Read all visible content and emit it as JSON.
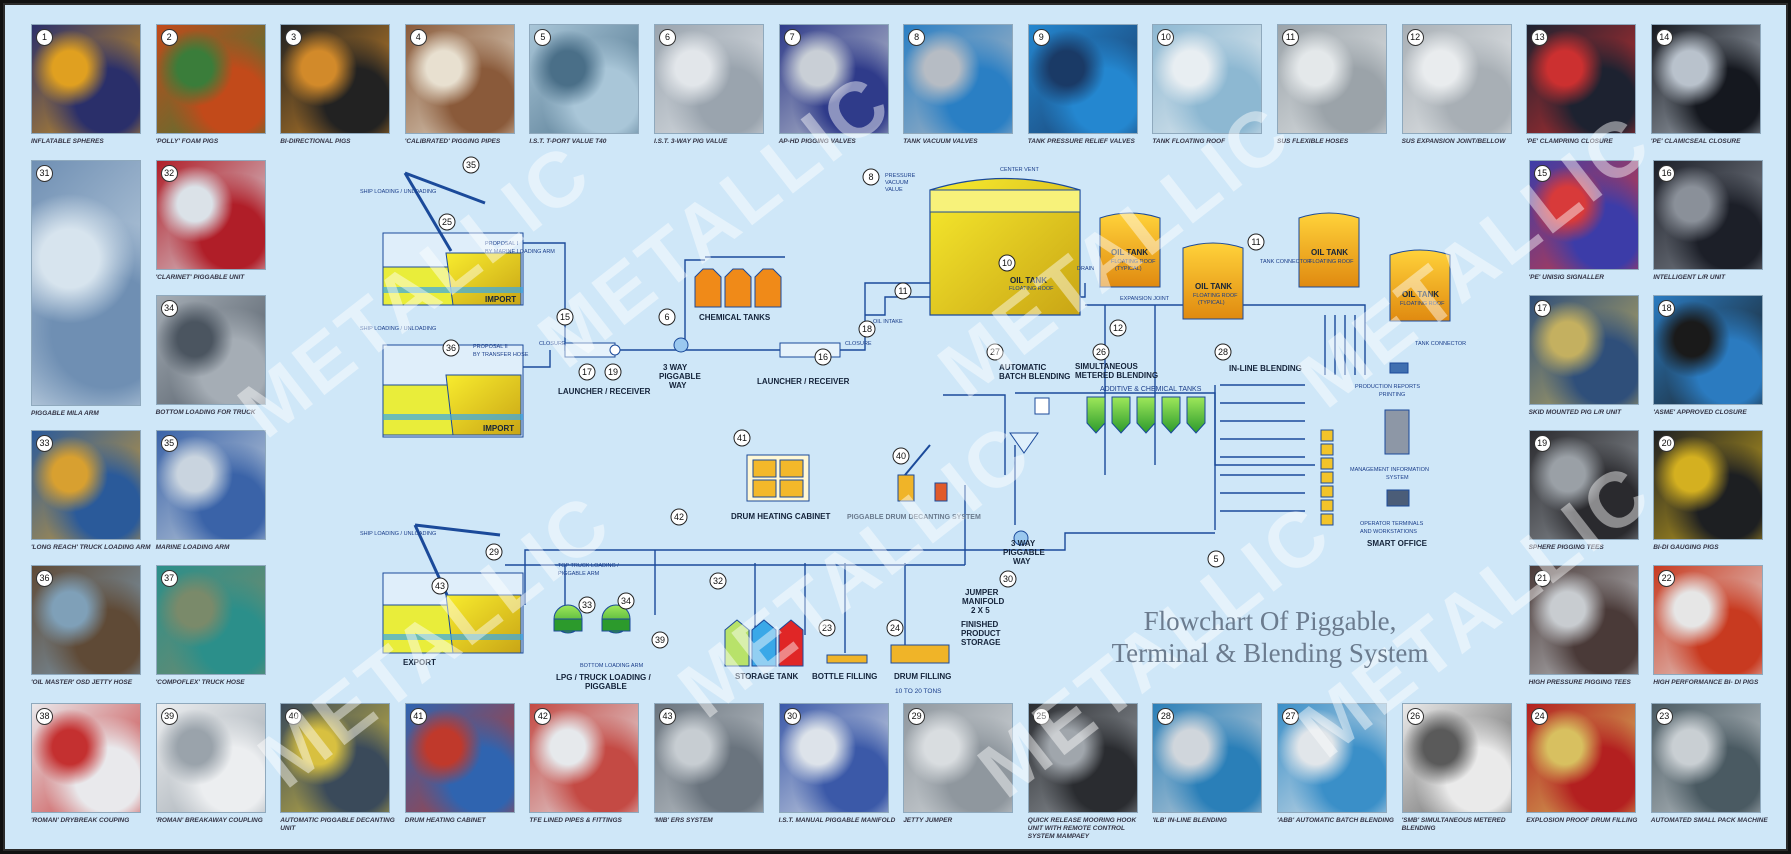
{
  "title": {
    "line1": "Flowchart Of Piggable,",
    "line2": "Terminal & Blending System"
  },
  "watermark": "METALLIC",
  "top_row": [
    {
      "n": "1",
      "caption": "INFLATABLE SPHERES",
      "c1": "#2a2f6a",
      "c2": "#e0a020"
    },
    {
      "n": "2",
      "caption": "'POLLY' FOAM PIGS",
      "c1": "#c24a1a",
      "c2": "#3a7d3a"
    },
    {
      "n": "3",
      "caption": "BI-DIRECTIONAL PIGS",
      "c1": "#222222",
      "c2": "#d28a2a"
    },
    {
      "n": "4",
      "caption": "'CALIBRATED' PIGGING PIPES",
      "c1": "#8a5a3a",
      "c2": "#e8e0d0"
    },
    {
      "n": "5",
      "caption": "I.S.T. T-PORT VALUE T40",
      "c1": "#a9c6d8",
      "c2": "#4a6f88"
    },
    {
      "n": "6",
      "caption": "I.S.T. 3-WAY PIG VALUE",
      "c1": "#9aa4ae",
      "c2": "#e2e6ea"
    },
    {
      "n": "7",
      "caption": "AP-HD PIGGING VALVES",
      "c1": "#2f3b8a",
      "c2": "#c9cfd6"
    },
    {
      "n": "8",
      "caption": "TANK VACUUM VALVES",
      "c1": "#2a7fc4",
      "c2": "#b6bcc4"
    },
    {
      "n": "9",
      "caption": "TANK PRESSURE RELIEF VALVES",
      "c1": "#2487d0",
      "c2": "#1a3a66"
    },
    {
      "n": "10",
      "caption": "TANK FLOATING ROOF",
      "c1": "#8db8d2",
      "c2": "#e8eef2"
    },
    {
      "n": "11",
      "caption": "SUS FLEXIBLE HOSES",
      "c1": "#9ba3a9",
      "c2": "#e4e8ea"
    },
    {
      "n": "12",
      "caption": "SUS EXPANSION JOINT/BELLOW",
      "c1": "#a8afb5",
      "c2": "#e9ecee"
    },
    {
      "n": "13",
      "caption": "'PE' CLAMPRING CLOSURE",
      "c1": "#1d2230",
      "c2": "#cc3030"
    },
    {
      "n": "14",
      "caption": "'PE' CLAMICSEAL CLOSURE",
      "c1": "#15181f",
      "c2": "#b9c2cc"
    }
  ],
  "left_col": [
    {
      "n": "31",
      "caption": "PIGGABLE MILA ARM",
      "c1": "#6f8fb3",
      "c2": "#d7e4ee"
    },
    {
      "n": "32",
      "caption": "'CLARINET' PIGGABLE UNIT",
      "c1": "#b01e28",
      "c2": "#dbe2e8"
    },
    {
      "n": "34",
      "caption": "BOTTOM LOADING FOR TRUCK",
      "c1": "#a5adb5",
      "c2": "#4b5560"
    },
    {
      "n": "33",
      "caption": "'LONG REACH' TRUCK LOADING ARM",
      "c1": "#2a5a9a",
      "c2": "#d8a030"
    },
    {
      "n": "35",
      "caption": "MARINE LOADING ARM",
      "c1": "#3a63a8",
      "c2": "#c9d4df"
    },
    {
      "n": "36",
      "caption": "'OIL MASTER' OSD JETTY HOSE",
      "c1": "#5f4a36",
      "c2": "#7fa0b8"
    },
    {
      "n": "37",
      "caption": "'COMPOFLEX' TRUCK HOSE",
      "c1": "#2b8f8a",
      "c2": "#7a8a6a"
    }
  ],
  "right_col": [
    {
      "n": "15",
      "caption": "'PE' UNISIG SIGNALLER",
      "c1": "#3c3ca8",
      "c2": "#d83a3a"
    },
    {
      "n": "16",
      "caption": "INTELLIGENT L/R UNIT",
      "c1": "#1c1f28",
      "c2": "#8a9099"
    },
    {
      "n": "17",
      "caption": "SKID MOUNTED PIG L/R UNIT",
      "c1": "#2f4f7a",
      "c2": "#c4b060"
    },
    {
      "n": "18",
      "caption": "'ASME' APPROVED CLOSURE",
      "c1": "#2b7bc0",
      "c2": "#1a1a1a"
    },
    {
      "n": "19",
      "caption": "SPHERE PIGGING TEES",
      "c1": "#2a2a2e",
      "c2": "#9aa0a6"
    },
    {
      "n": "20",
      "caption": "BI-DI GAUGING PIGS",
      "c1": "#1d1f22",
      "c2": "#d4b020"
    },
    {
      "n": "21",
      "caption": "HIGH PRESSURE PIGGING TEES",
      "c1": "#4a3a38",
      "c2": "#c8ccd0"
    },
    {
      "n": "22",
      "caption": "HIGH PERFORMANCE BI- DI PIGS",
      "c1": "#c83a20",
      "c2": "#e6e6e6"
    }
  ],
  "bottom_row": [
    {
      "n": "38",
      "caption": "'ROMAN' DRYBREAK COUPING",
      "c1": "#e9e9ec",
      "c2": "#c43030"
    },
    {
      "n": "39",
      "caption": "'ROMAN' BREAKAWAY COUPLING",
      "c1": "#eceef0",
      "c2": "#9aa3ab"
    },
    {
      "n": "40",
      "caption": "AUTOMATIC PIGGABLE DECANTING UNIT",
      "c1": "#3a4a5a",
      "c2": "#d8c040"
    },
    {
      "n": "41",
      "caption": "DRUM HEATING CABINET",
      "c1": "#2f64b0",
      "c2": "#c0392b"
    },
    {
      "n": "42",
      "caption": "TFE LINED PIPES & FITTINGS",
      "c1": "#c44a44",
      "c2": "#e6e9ec"
    },
    {
      "n": "43",
      "caption": "'MIB' ERS SYSTEM",
      "c1": "#6a747e",
      "c2": "#c7cdd2"
    },
    {
      "n": "30",
      "caption": "I.S.T. MANUAL PIGGABLE MANIFOLD",
      "c1": "#3b59a8",
      "c2": "#dde3ea"
    },
    {
      "n": "29",
      "caption": "JETTY JUMPER",
      "c1": "#8f979e",
      "c2": "#d9dde0"
    },
    {
      "n": "25",
      "caption": "QUICK RELEASE MOORING HOOK UNIT WITH REMOTE CONTROL SYSTEM MAMPAEY",
      "c1": "#2a2c30",
      "c2": "#a0a6ac"
    },
    {
      "n": "28",
      "caption": "'ILB' IN-LINE BLENDING",
      "c1": "#2a7fb8",
      "c2": "#d0d6dc"
    },
    {
      "n": "27",
      "caption": "'ABB' AUTOMATIC BATCH BLENDING",
      "c1": "#3a8fc8",
      "c2": "#e1e6ea"
    },
    {
      "n": "26",
      "caption": "'SMB' SIMULTANEOUS METERED BLENDING",
      "c1": "#eaeaea",
      "c2": "#5a5a5a"
    },
    {
      "n": "24",
      "caption": "EXPLOSION PROOF DRUM FILLING",
      "c1": "#b32020",
      "c2": "#d8c060"
    },
    {
      "n": "23",
      "caption": "AUTOMATED SMALL PACK MACHINE",
      "c1": "#4a5a62",
      "c2": "#c9cfd3"
    }
  ],
  "diagram": {
    "import_top": "IMPORT",
    "import_bottom": "IMPORT",
    "export": "EXPORT",
    "ship_loading_1": "SHIP LOADING / UNLOADING",
    "ship_loading_2": "SHIP LOADING / UNLOADING",
    "ship_loading_3": "SHIP LOADING / UNLOADING",
    "proposal_1": "PROPOSAL I",
    "proposal_1b": "BY MARINE LOADING ARM",
    "proposal_2": "PROPOSAL II",
    "proposal_2b": "BY TRANSFER HOSE",
    "chemical_tanks": "CHEMICAL TANKS",
    "launcher_receiver_1": "LAUNCHER / RECEIVER",
    "launcher_receiver_2": "LAUNCHER / RECEIVER",
    "three_way_1a": "3 WAY",
    "three_way_1b": "PIGGABLE",
    "three_way_1c": "WAY",
    "three_way_2a": "3 WAY",
    "three_way_2b": "PIGGABLE",
    "three_way_2c": "WAY",
    "oil_tank": "OIL TANK",
    "floating_roof": "FLOATING ROOF",
    "typical": "(TYPICAL)",
    "automatic_batch_1": "AUTOMATIC",
    "automatic_batch_2": "BATCH BLENDING",
    "simultaneous_1": "SIMULTANEOUS",
    "simultaneous_2": "METERED BLENDING",
    "additive_tanks": "ADDITIVE & CHEMICAL TANKS",
    "inline_blending": "IN-LINE BLENDING",
    "production_reports_1": "PRODUCTION REPORTS",
    "production_reports_2": "PRINTING",
    "management_info_1": "MANAGEMENT INFORMATION",
    "management_info_2": "SYSTEM",
    "operator_terminals_1": "OPERATOR TERMINALS",
    "operator_terminals_2": "AND WORKSTATIONS",
    "smart_office": "SMART OFFICE",
    "drum_heating_cabinet": "DRUM HEATING CABINET",
    "drum_decanting": "PIGGABLE DRUM DECANTING SYSTEM",
    "jumper_manifold_1": "JUMPER",
    "jumper_manifold_2": "MANIFOLD",
    "jumper_manifold_3": "2 X 5",
    "finished_product_1": "FINISHED",
    "finished_product_2": "PRODUCT",
    "finished_product_3": "STORAGE",
    "storage_tank": "STORAGE TANK",
    "bottle_filling": "BOTTLE FILLING",
    "drum_filling": "DRUM FILLING",
    "ten_to_twenty": "10 TO 20 TONS",
    "lpg_1": "LPG / TRUCK LOADING /",
    "lpg_2": "PIGGABLE",
    "top_truck_1": "TOP TRUCK LOADING /",
    "top_truck_2": "PIGGABLE ARM",
    "bottom_loading_arm": "BOTTOM LOADING ARM",
    "oil_intake": "OIL INTAKE",
    "closure": "CLOSURE",
    "drain": "DRAIN",
    "expansion_joint": "EXPANSION JOINT",
    "tank_connector": "TANK CONNECTOR",
    "pressure_vacuum_1": "PRESSURE",
    "pressure_vacuum_2": "VACUUM",
    "pressure_vacuum_3": "VALUE",
    "center_vent": "CENTER VENT",
    "n8": "8",
    "n11a": "11",
    "n11b": "11",
    "n10": "10",
    "n12": "12",
    "n15": "15",
    "n17": "17",
    "n19": "19",
    "n6": "6",
    "n18": "18",
    "n16": "16",
    "n27": "27",
    "n26": "26",
    "n28": "28",
    "n35": "35",
    "n25": "25",
    "n36": "36",
    "n41": "41",
    "n40": "40",
    "n42": "42",
    "n29": "29",
    "n43": "43",
    "n32": "32",
    "n33": "33",
    "n34": "34",
    "n39": "39",
    "n23": "23",
    "n24": "24",
    "n30": "30",
    "n5": "5"
  }
}
